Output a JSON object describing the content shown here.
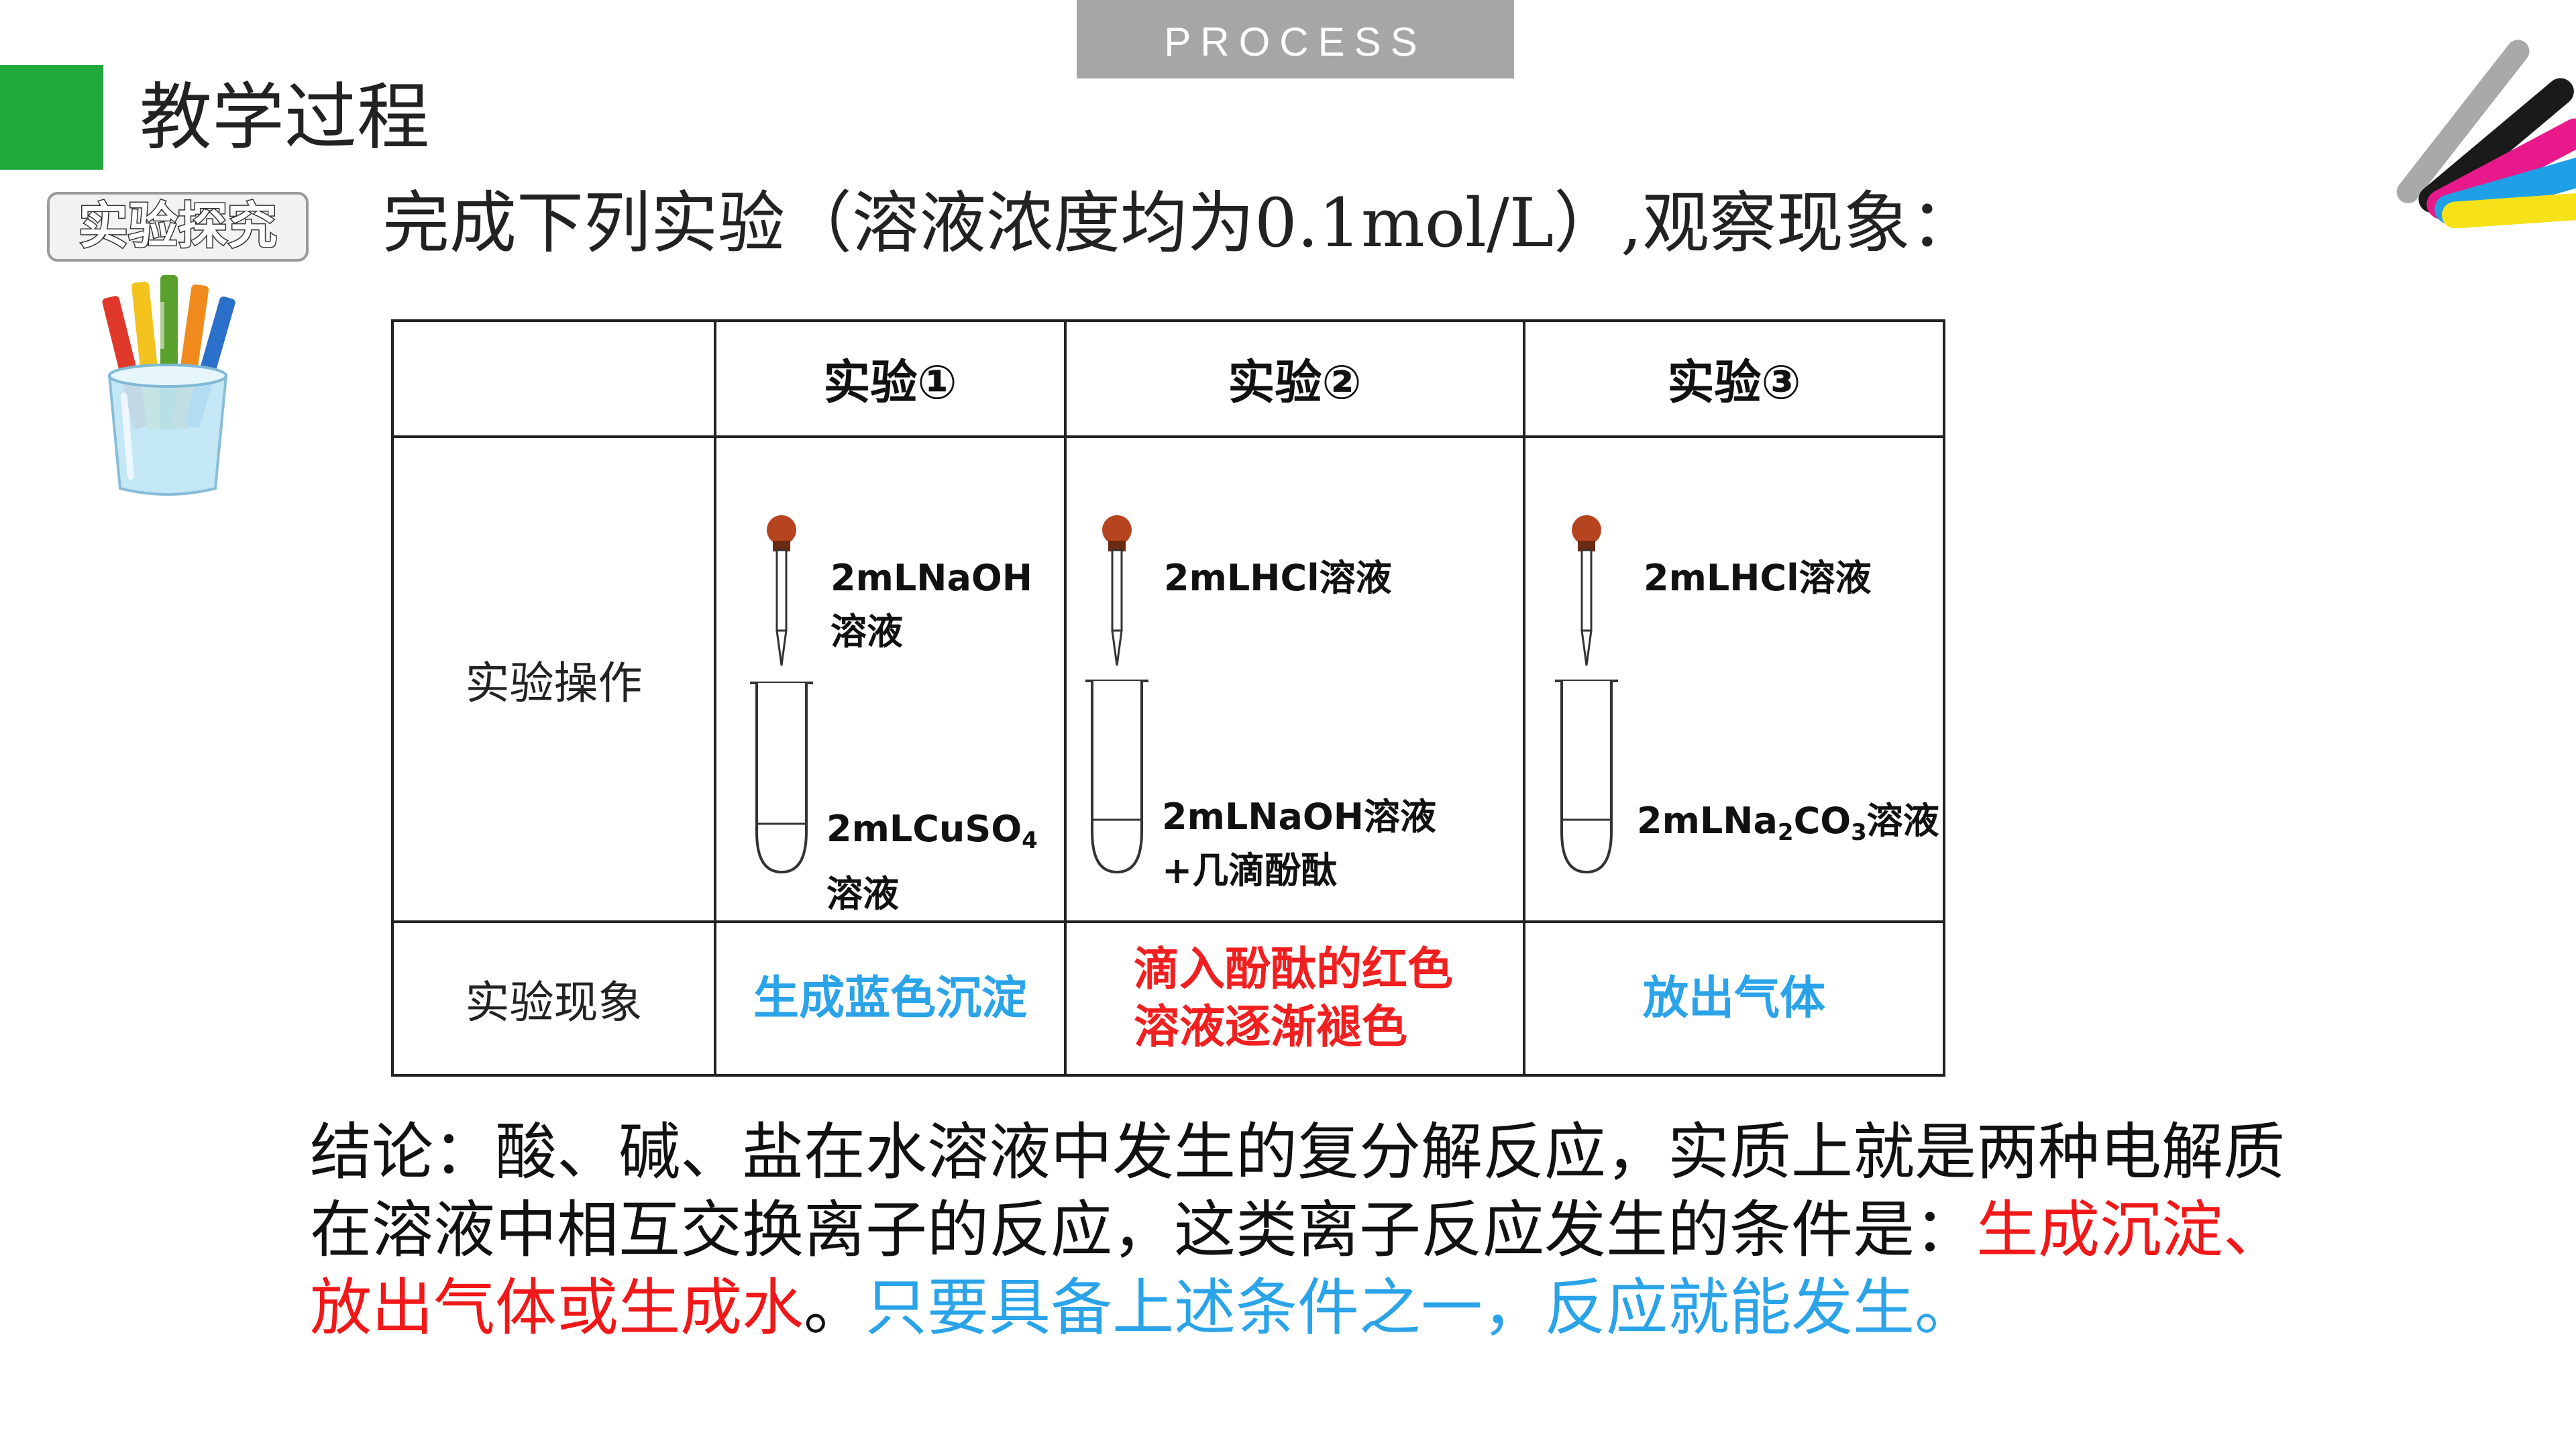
{
  "header": {
    "tab_label": "PROCESS",
    "section_title": "教学过程"
  },
  "badge": {
    "label": "实验探究"
  },
  "instruction": "完成下列实验（溶液浓度均为0.1mol/L）,观察现象：",
  "table": {
    "columns": [
      "",
      "实验①",
      "实验②",
      "实验③"
    ],
    "row_labels": {
      "operation": "实验操作",
      "observation": "实验现象"
    },
    "experiments": [
      {
        "dropper_reagent_line1": "2mLNaOH",
        "dropper_reagent_line2": "溶液",
        "tube_reagent_pre": "2mLCuSO",
        "tube_reagent_sub": "4",
        "tube_reagent_post": "",
        "tube_reagent_line2": "溶液",
        "observation_line1": "生成蓝色沉淀",
        "observation_line2": "",
        "observation_color": "#2aa3e9"
      },
      {
        "dropper_reagent_line1": "2mLHCl溶液",
        "dropper_reagent_line2": "",
        "tube_reagent_pre": "2mLNaOH溶液",
        "tube_reagent_sub": "",
        "tube_reagent_post": "",
        "tube_reagent_line2": "+几滴酚酞",
        "observation_line1": "滴入酚酞的红色",
        "observation_line2": "溶液逐渐褪色",
        "observation_color": "#f02020"
      },
      {
        "dropper_reagent_line1": "2mLHCl溶液",
        "dropper_reagent_line2": "",
        "tube_reagent_pre": "2mLNa",
        "tube_reagent_sub": "2",
        "tube_reagent_mid": "CO",
        "tube_reagent_sub2": "3",
        "tube_reagent_post": "溶液",
        "tube_reagent_line2": "",
        "observation_line1": "放出气体",
        "observation_line2": "",
        "observation_color": "#2aa3e9"
      }
    ]
  },
  "conclusion": {
    "part1": "结论：酸、碱、盐在水溶液中发生的复分解反应，实质上就是两种电解质在溶液中相互交换离子的反应，这类离子反应发生的条件是：",
    "part2_red": "生成沉淀、放出气体或生成水",
    "part3": "。",
    "part4_blue": "只要具备上述条件之一，反应就能发生。"
  },
  "colors": {
    "accent_green": "#22a93c",
    "tab_gray": "#a6a6a6",
    "observation_blue": "#2aa3e9",
    "observation_red": "#f02020",
    "dropper_bulb": "#b5441f"
  },
  "icons": [
    "color-swatch-logo-icon",
    "pencil-cup-icon",
    "dropper-icon",
    "test-tube-icon"
  ]
}
